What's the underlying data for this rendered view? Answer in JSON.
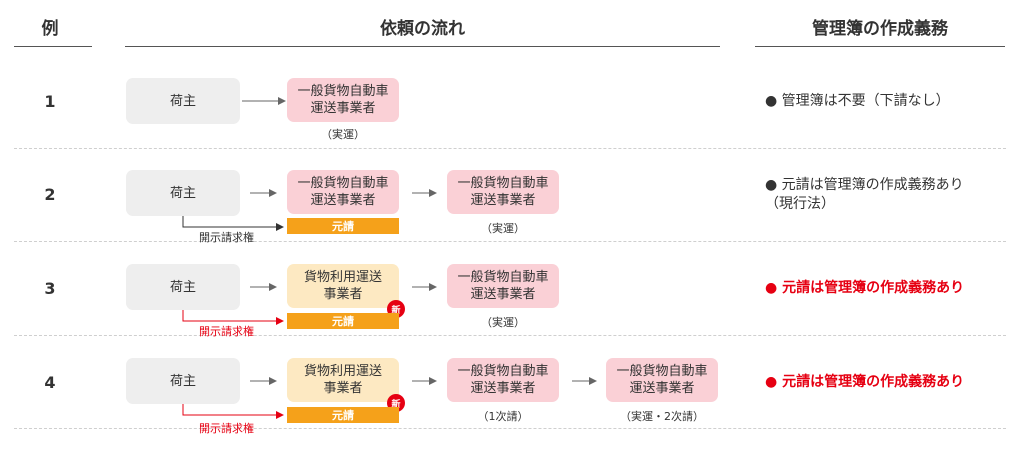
{
  "header": {
    "example": "例",
    "flow": "依頼の流れ",
    "duty": "管理簿の作成義務"
  },
  "rows": [
    {
      "num": "1",
      "shipper": "荷主",
      "box2": "一般貨物自動車\n運送事業者",
      "box2_caption": "（実運）",
      "duty": "● 管理簿は不要（下請なし）"
    },
    {
      "num": "2",
      "shipper": "荷主",
      "box2": "一般貨物自動車\n運送事業者",
      "motouke": "元請",
      "box3": "一般貨物自動車\n運送事業者",
      "box3_caption": "（実運）",
      "disclosure": "開示請求権",
      "duty": "● 元請は管理簿の作成義務あり\n（現行法）"
    },
    {
      "num": "3",
      "shipper": "荷主",
      "box2": "貨物利用運送\n事業者",
      "new_badge": "新",
      "motouke": "元請",
      "box3": "一般貨物自動車\n運送事業者",
      "box3_caption": "（実運）",
      "disclosure": "開示請求権",
      "duty": "● 元請は管理簿の作成義務あり"
    },
    {
      "num": "4",
      "shipper": "荷主",
      "box2": "貨物利用運送\n事業者",
      "new_badge": "新",
      "motouke": "元請",
      "box3": "一般貨物自動車\n運送事業者",
      "box3_caption": "（1次請）",
      "box4": "一般貨物自動車\n運送事業者",
      "box4_caption": "（実運・2次請）",
      "disclosure": "開示請求権",
      "duty": "● 元請は管理簿の作成義務あり"
    }
  ],
  "colors": {
    "accent_red": "#e60012",
    "motouke_orange": "#f5a11a",
    "carrier_pink": "#fad0d6",
    "forwarder_cream": "#fde9c2",
    "shipper_gray": "#eeeeee"
  }
}
